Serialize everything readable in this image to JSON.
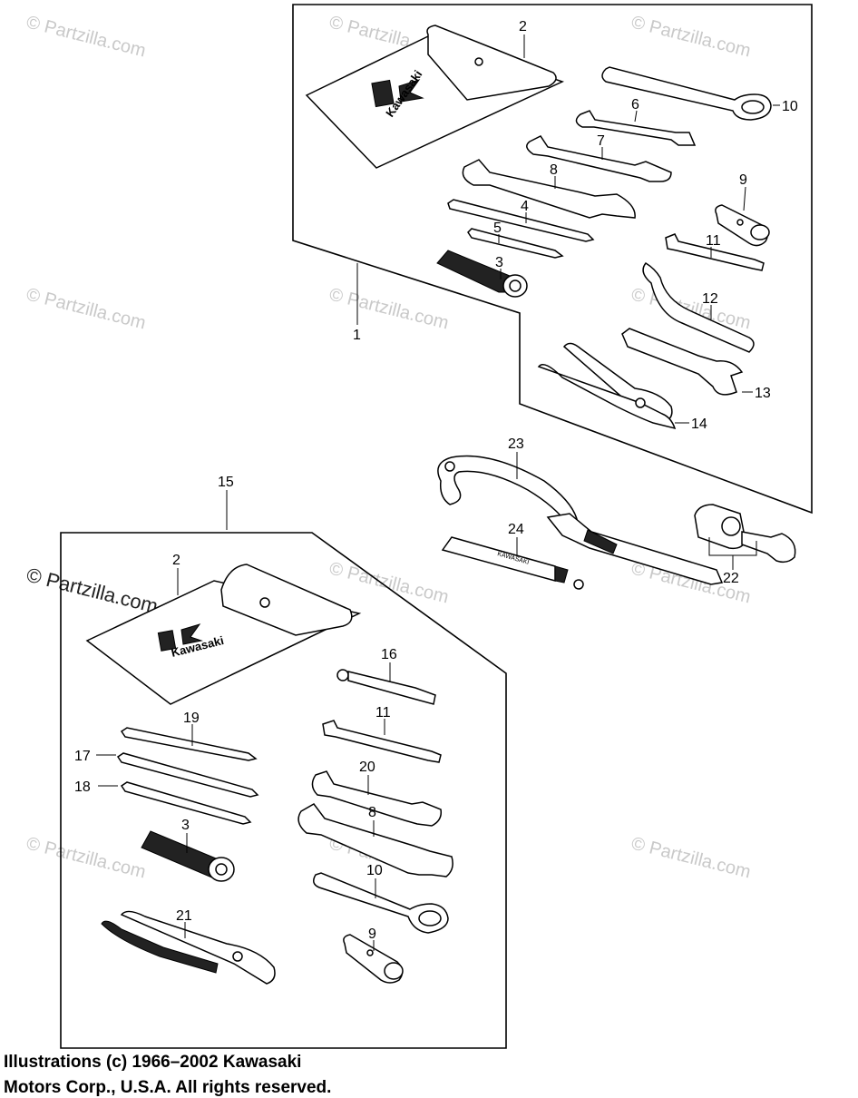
{
  "watermark": "© Partzilla.com",
  "copyright": {
    "line1": "Illustrations (c) 1966–2002 Kawasaki",
    "line2": "Motors Corp., U.S.A.  All rights reserved."
  },
  "brand": {
    "pouch_text": "Kawasaki",
    "grease_text": "KAWASAKI"
  },
  "callouts": {
    "c1": "1",
    "c2": "2",
    "c3": "3",
    "c4": "4",
    "c5": "5",
    "c6": "6",
    "c7": "7",
    "c8": "8",
    "c9": "9",
    "c10": "10",
    "c11": "11",
    "c12": "12",
    "c13": "13",
    "c14": "14",
    "c15": "15",
    "c2b": "2",
    "c16": "16",
    "c11b": "11",
    "c19": "19",
    "c17": "17",
    "c18": "18",
    "c20": "20",
    "c8b": "8",
    "c3b": "3",
    "c10b": "10",
    "c21": "21",
    "c9b": "9",
    "c22": "22",
    "c23": "23",
    "c24": "24"
  }
}
